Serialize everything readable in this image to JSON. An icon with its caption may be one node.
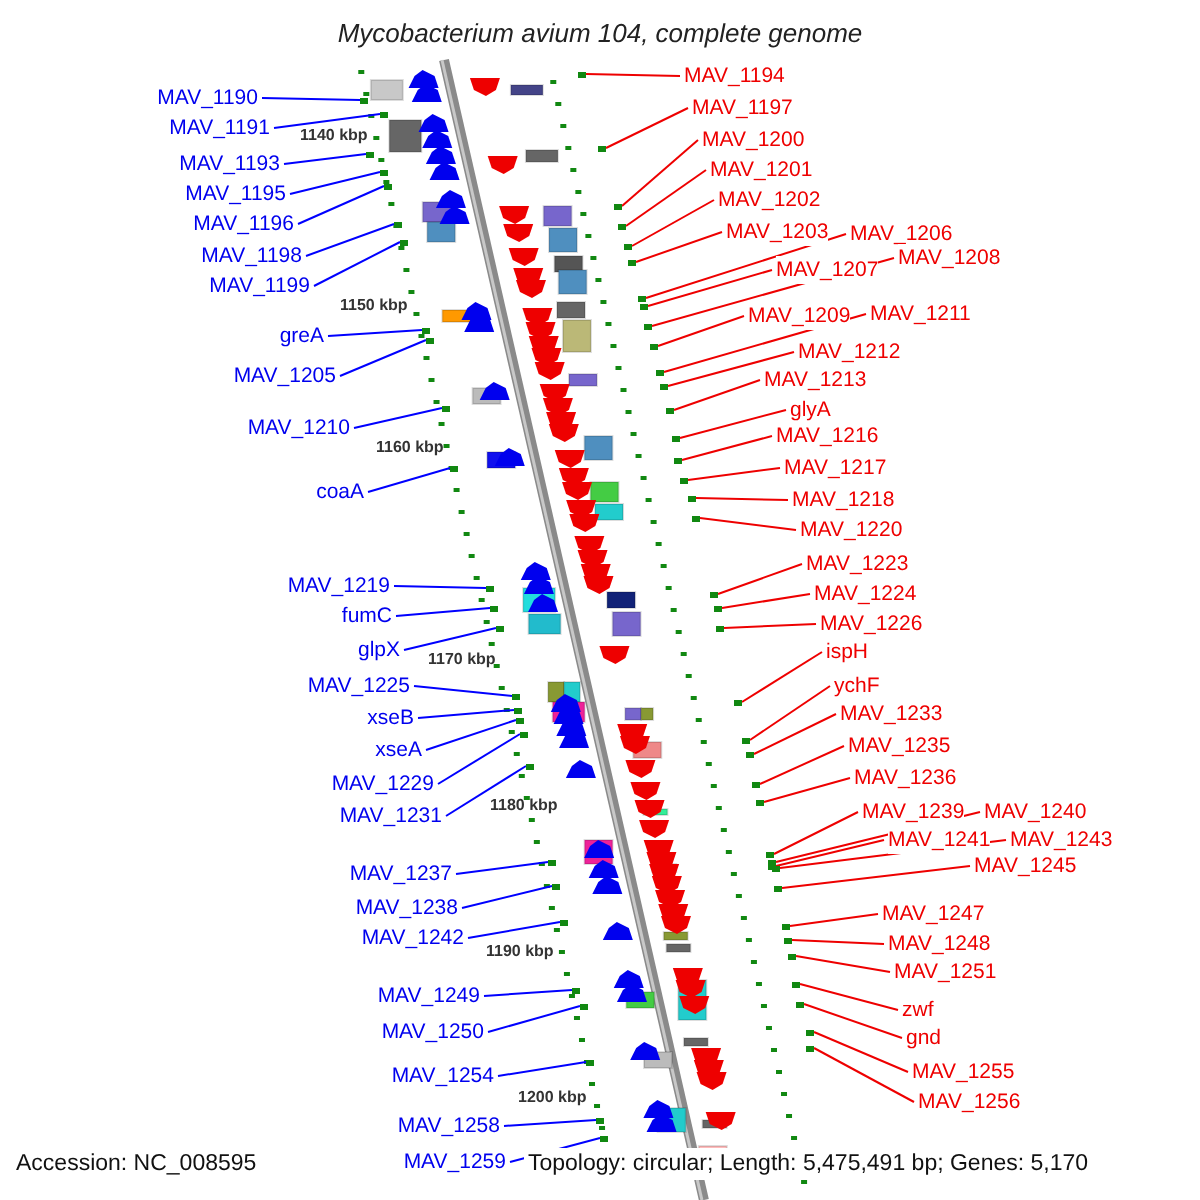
{
  "diagram": {
    "title": "Mycobacterium avium 104, complete genome",
    "nodes": [
      {
        "text": [
          "MAV_1190"
        ]
      },
      {
        "text": [
          "MAV_1191"
        ]
      },
      {
        "text": [
          "MAV_1193"
        ]
      },
      {
        "text": [
          "MAV_1195"
        ]
      },
      {
        "text": [
          "MAV_1196"
        ]
      },
      {
        "text": [
          "MAV_1198"
        ]
      },
      {
        "text": [
          "MAV_1199"
        ]
      },
      {
        "text": [
          "greA"
        ]
      },
      {
        "text": [
          "MAV_1205"
        ]
      },
      {
        "text": [
          "MAV_1210"
        ]
      },
      {
        "text": [
          "coaA"
        ]
      },
      {
        "text": [
          "MAV_1219"
        ]
      },
      {
        "text": [
          "fumC"
        ]
      },
      {
        "text": [
          "glpX"
        ]
      },
      {
        "text": [
          "MAV_1225"
        ]
      },
      {
        "text": [
          "xseB"
        ]
      },
      {
        "text": [
          "xseA"
        ]
      },
      {
        "text": [
          "MAV_1229"
        ]
      },
      {
        "text": [
          "MAV_1231"
        ]
      },
      {
        "text": [
          "MAV_1237"
        ]
      },
      {
        "text": [
          "MAV_1238"
        ]
      },
      {
        "text": [
          "MAV_1242"
        ]
      },
      {
        "text": [
          "MAV_1249"
        ]
      },
      {
        "text": [
          "MAV_1250"
        ]
      },
      {
        "text": [
          "MAV_1254"
        ]
      },
      {
        "text": [
          "MAV_1258"
        ]
      },
      {
        "text": [
          "MAV_1259"
        ]
      },
      {
        "text": [
          "MAV_1194"
        ]
      },
      {
        "text": [
          "MAV_1197"
        ]
      },
      {
        "text": [
          "MAV_1200"
        ]
      },
      {
        "text": [
          "MAV_1201"
        ]
      },
      {
        "text": [
          "MAV_1202"
        ]
      },
      {
        "text": [
          "MAV_1203"
        ]
      },
      {
        "text": [
          "MAV_1206"
        ]
      },
      {
        "text": [
          "MAV_1207"
        ]
      },
      {
        "text": [
          "MAV_1208"
        ]
      },
      {
        "text": [
          "MAV_1209"
        ]
      },
      {
        "text": [
          "MAV_1211"
        ]
      },
      {
        "text": [
          "MAV_1212"
        ]
      },
      {
        "text": [
          "MAV_1213"
        ]
      },
      {
        "text": [
          "glyA"
        ]
      },
      {
        "text": [
          "MAV_1216"
        ]
      },
      {
        "text": [
          "MAV_1217"
        ]
      },
      {
        "text": [
          "MAV_1218"
        ]
      },
      {
        "text": [
          "MAV_1220"
        ]
      },
      {
        "text": [
          "MAV_1223"
        ]
      },
      {
        "text": [
          "MAV_1224"
        ]
      },
      {
        "text": [
          "MAV_1226"
        ]
      },
      {
        "text": [
          "ispH"
        ]
      },
      {
        "text": [
          "ychF"
        ]
      },
      {
        "text": [
          "MAV_1233"
        ]
      },
      {
        "text": [
          "MAV_1235"
        ]
      },
      {
        "text": [
          "MAV_1236"
        ]
      },
      {
        "text": [
          "MAV_1239"
        ]
      },
      {
        "text": [
          "MAV_1240"
        ]
      },
      {
        "text": [
          "MAV_1241"
        ]
      },
      {
        "text": [
          "MAV_1243"
        ]
      },
      {
        "text": [
          "MAV_1245"
        ]
      },
      {
        "text": [
          "MAV_1247"
        ]
      },
      {
        "text": [
          "MAV_1248"
        ]
      },
      {
        "text": [
          "MAV_1251"
        ]
      },
      {
        "text": [
          "zwf"
        ]
      },
      {
        "text": [
          "gnd"
        ]
      },
      {
        "text": [
          "MAV_1255"
        ]
      },
      {
        "text": [
          "MAV_1256"
        ]
      },
      {
        "text": [],
        "shape": "bar"
      },
      {
        "text": [],
        "shape": "bar"
      },
      {
        "text": [],
        "shape": "bar"
      },
      {
        "text": [],
        "shape": "bar"
      },
      {
        "text": [],
        "shape": "bar"
      },
      {
        "text": [],
        "shape": "bar"
      },
      {
        "text": [],
        "shape": "bar"
      },
      {
        "text": [],
        "shape": "bar"
      },
      {
        "text": [],
        "shape": "bar"
      },
      {
        "text": [],
        "shape": "bar"
      },
      {
        "text": [],
        "shape": "bar"
      },
      {
        "text": [],
        "shape": "bar"
      },
      {
        "text": [],
        "shape": "bar"
      },
      {
        "text": [],
        "shape": "bar"
      },
      {
        "text": [],
        "shape": "bar"
      },
      {
        "text": [],
        "shape": "bar"
      },
      {
        "text": [],
        "shape": "bar"
      },
      {
        "text": [],
        "shape": "bar"
      },
      {
        "text": [],
        "shape": "bar"
      },
      {
        "text": [],
        "shape": "bar"
      },
      {
        "text": [],
        "shape": "bar"
      },
      {
        "text": [],
        "shape": "bar"
      },
      {
        "text": [],
        "shape": "bar"
      },
      {
        "text": [],
        "shape": "bar"
      },
      {
        "text": [],
        "shape": "bar"
      },
      {
        "text": [],
        "shape": "bar"
      },
      {
        "text": [],
        "shape": "bar"
      },
      {
        "text": [],
        "shape": "bar"
      },
      {
        "text": [],
        "shape": "bar"
      },
      {
        "text": [],
        "shape": "bar"
      },
      {
        "text": [],
        "shape": "bar"
      },
      {
        "text": [],
        "shape": "bar"
      },
      {
        "text": [],
        "shape": "bar"
      },
      {
        "text": [],
        "shape": "bar"
      },
      {
        "text": [],
        "shape": "bar"
      },
      {
        "text": [],
        "shape": "bar"
      },
      {
        "text": [],
        "shape": "bar"
      },
      {
        "text": [],
        "shape": "bar"
      },
      {
        "text": [],
        "shape": "bar"
      },
      {
        "text": [],
        "shape": "bar"
      },
      {
        "text": [],
        "shape": "bar"
      },
      {
        "text": [],
        "shape": "bar"
      },
      {
        "text": [],
        "shape": "bar"
      },
      {
        "text": [],
        "shape": "bar"
      },
      {
        "text": [],
        "shape": "bar"
      },
      {
        "text": [],
        "shape": "bar"
      },
      {
        "text": [],
        "shape": "bar"
      },
      {
        "text": [],
        "shape": "bar"
      },
      {
        "text": [],
        "shape": "bar"
      },
      {
        "text": [],
        "shape": "bar"
      },
      {
        "text": [],
        "shape": "bar"
      },
      {
        "text": [],
        "shape": "bar"
      },
      {
        "text": [],
        "shape": "bar"
      },
      {
        "text": [],
        "shape": "bar"
      },
      {
        "text": [],
        "shape": "bar"
      },
      {
        "text": [],
        "shape": "bar"
      },
      {
        "text": [],
        "shape": "bar"
      },
      {
        "text": [],
        "shape": "bar"
      },
      {
        "text": [],
        "shape": "bar"
      },
      {
        "text": [],
        "shape": "bar"
      },
      {
        "text": [],
        "shape": "bar"
      },
      {
        "text": [],
        "shape": "bar"
      },
      {
        "text": [],
        "shape": "bar"
      },
      {
        "text": [],
        "shape": "bar"
      },
      {
        "text": [],
        "shape": "bar"
      }
    ],
    "edges": [
      {
        "from": 0,
        "to": 65,
        "arrow": "none",
        "color": "#0000ff"
      },
      {
        "from": 1,
        "to": 66,
        "arrow": "none",
        "color": "#0000ff"
      },
      {
        "from": 2,
        "to": 67,
        "arrow": "none",
        "color": "#0000ff"
      },
      {
        "from": 3,
        "to": 68,
        "arrow": "none",
        "color": "#0000ff"
      },
      {
        "from": 4,
        "to": 69,
        "arrow": "none",
        "color": "#0000ff"
      },
      {
        "from": 5,
        "to": 70,
        "arrow": "none",
        "color": "#0000ff"
      },
      {
        "from": 6,
        "to": 71,
        "arrow": "none",
        "color": "#0000ff"
      },
      {
        "from": 7,
        "to": 72,
        "arrow": "none",
        "color": "#0000ff"
      },
      {
        "from": 8,
        "to": 73,
        "arrow": "none",
        "color": "#0000ff"
      },
      {
        "from": 9,
        "to": 74,
        "arrow": "none",
        "color": "#0000ff"
      },
      {
        "from": 10,
        "to": 75,
        "arrow": "none",
        "color": "#0000ff"
      },
      {
        "from": 11,
        "to": 76,
        "arrow": "none",
        "color": "#0000ff"
      },
      {
        "from": 12,
        "to": 77,
        "arrow": "none",
        "color": "#0000ff"
      },
      {
        "from": 13,
        "to": 78,
        "arrow": "none",
        "color": "#0000ff"
      },
      {
        "from": 14,
        "to": 79,
        "arrow": "none",
        "color": "#0000ff"
      },
      {
        "from": 15,
        "to": 80,
        "arrow": "none",
        "color": "#0000ff"
      },
      {
        "from": 16,
        "to": 81,
        "arrow": "none",
        "color": "#0000ff"
      },
      {
        "from": 17,
        "to": 82,
        "arrow": "none",
        "color": "#0000ff"
      },
      {
        "from": 18,
        "to": 83,
        "arrow": "none",
        "color": "#0000ff"
      },
      {
        "from": 19,
        "to": 84,
        "arrow": "none",
        "color": "#0000ff"
      },
      {
        "from": 20,
        "to": 85,
        "arrow": "none",
        "color": "#0000ff"
      },
      {
        "from": 21,
        "to": 86,
        "arrow": "none",
        "color": "#0000ff"
      },
      {
        "from": 22,
        "to": 87,
        "arrow": "none",
        "color": "#0000ff"
      },
      {
        "from": 23,
        "to": 88,
        "arrow": "none",
        "color": "#0000ff"
      },
      {
        "from": 24,
        "to": 89,
        "arrow": "none",
        "color": "#0000ff"
      },
      {
        "from": 25,
        "to": 90,
        "arrow": "none",
        "color": "#0000ff"
      },
      {
        "from": 26,
        "to": 91,
        "arrow": "none",
        "color": "#0000ff"
      },
      {
        "from": 27,
        "to": 92,
        "arrow": "none"
      },
      {
        "from": 28,
        "to": 93,
        "arrow": "none"
      },
      {
        "from": 29,
        "to": 94,
        "arrow": "none"
      },
      {
        "from": 30,
        "to": 95,
        "arrow": "none"
      },
      {
        "from": 31,
        "to": 96,
        "arrow": "none"
      },
      {
        "from": 32,
        "to": 97,
        "arrow": "none"
      },
      {
        "from": 33,
        "to": 98,
        "arrow": "none"
      },
      {
        "from": 34,
        "to": 99,
        "arrow": "none"
      },
      {
        "from": 35,
        "to": 100,
        "arrow": "none"
      },
      {
        "from": 36,
        "to": 101,
        "arrow": "none"
      },
      {
        "from": 37,
        "to": 102,
        "arrow": "none"
      },
      {
        "from": 38,
        "to": 103,
        "arrow": "none"
      },
      {
        "from": 39,
        "to": 104,
        "arrow": "none"
      },
      {
        "from": 40,
        "to": 105,
        "arrow": "none"
      },
      {
        "from": 41,
        "to": 106,
        "arrow": "none"
      },
      {
        "from": 42,
        "to": 107,
        "arrow": "none"
      },
      {
        "from": 43,
        "to": 108,
        "arrow": "none"
      },
      {
        "from": 44,
        "to": 109,
        "arrow": "none"
      },
      {
        "from": 45,
        "to": 110,
        "arrow": "none"
      },
      {
        "from": 46,
        "to": 111,
        "arrow": "none"
      },
      {
        "from": 47,
        "to": 112,
        "arrow": "none"
      },
      {
        "from": 48,
        "to": 113,
        "arrow": "none"
      },
      {
        "from": 49,
        "to": 114,
        "arrow": "none"
      },
      {
        "from": 50,
        "to": 115,
        "arrow": "none"
      },
      {
        "from": 51,
        "to": 116,
        "arrow": "none"
      },
      {
        "from": 52,
        "to": 117,
        "arrow": "none"
      },
      {
        "from": 53,
        "to": 118,
        "arrow": "none"
      },
      {
        "from": 54,
        "to": 119,
        "arrow": "none"
      },
      {
        "from": 55,
        "to": 120,
        "arrow": "none"
      },
      {
        "from": 56,
        "to": 121,
        "arrow": "none"
      },
      {
        "from": 57,
        "to": 122,
        "arrow": "none"
      },
      {
        "from": 58,
        "to": 123,
        "arrow": "none"
      },
      {
        "from": 59,
        "to": 124,
        "arrow": "none"
      },
      {
        "from": 60,
        "to": 125,
        "arrow": "none"
      },
      {
        "from": 61,
        "to": 126,
        "arrow": "none"
      },
      {
        "from": 62,
        "to": 127,
        "arrow": "none"
      },
      {
        "from": 63,
        "to": 128,
        "arrow": "none"
      },
      {
        "from": 64,
        "to": 129,
        "arrow": "none"
      }
    ],
    "labels": [
      "1140 kbp",
      "1150 kbp",
      "1160 kbp",
      "1170 kbp",
      "1180 kbp",
      "1190 kbp",
      "1200 kbp",
      "Accession: NC_008595",
      "Topology: circular; Length: 5,475,491 bp; Genes: 5,170"
    ]
  }
}
